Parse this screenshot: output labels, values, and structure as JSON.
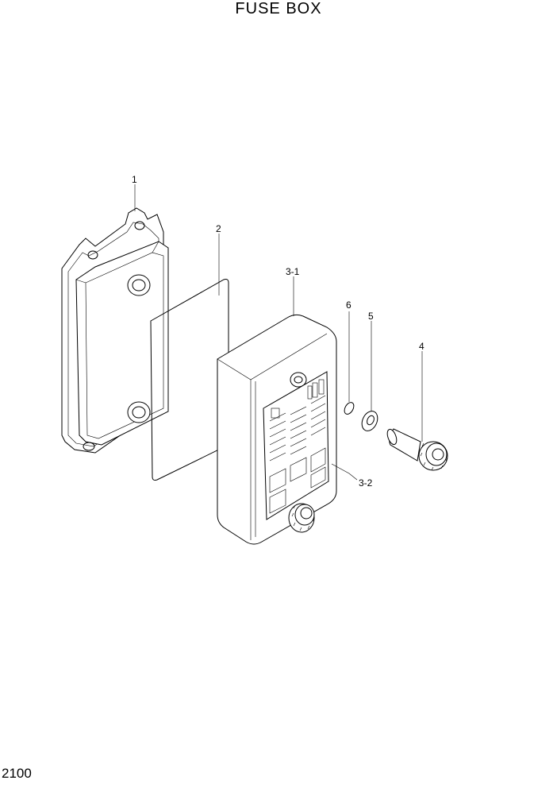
{
  "title": "FUSE BOX",
  "page_number": "2100",
  "callouts": {
    "c1": "1",
    "c2": "2",
    "c3_1": "3-1",
    "c3_2": "3-2",
    "c4": "4",
    "c5": "5",
    "c6": "6"
  }
}
